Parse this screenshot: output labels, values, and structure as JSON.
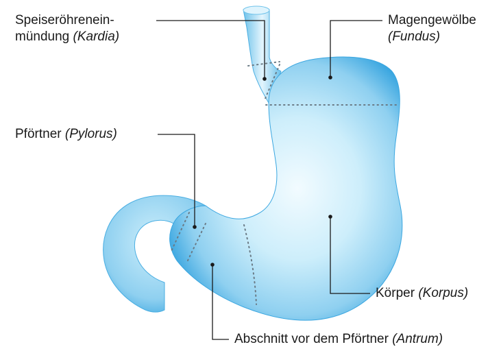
{
  "labels": {
    "kardia": {
      "line1": "Speiseröhrenein-",
      "line2": "mündung",
      "latin": "(Kardia)"
    },
    "fundus": {
      "line1": "Magengewölbe",
      "latin": "(Fundus)"
    },
    "pylorus": {
      "text": "Pförtner",
      "latin": "(Pylorus)"
    },
    "korpus": {
      "text": "Körper",
      "latin": "(Korpus)"
    },
    "antrum": {
      "text": "Abschnitt vor dem Pförtner",
      "latin": "(Antrum)"
    }
  },
  "colors": {
    "organ_light": "#f2fbff",
    "organ_mid": "#a9dcf4",
    "organ_edge": "#3aa6e0",
    "text": "#1a1a1a",
    "boundary": "#6a7a85"
  }
}
